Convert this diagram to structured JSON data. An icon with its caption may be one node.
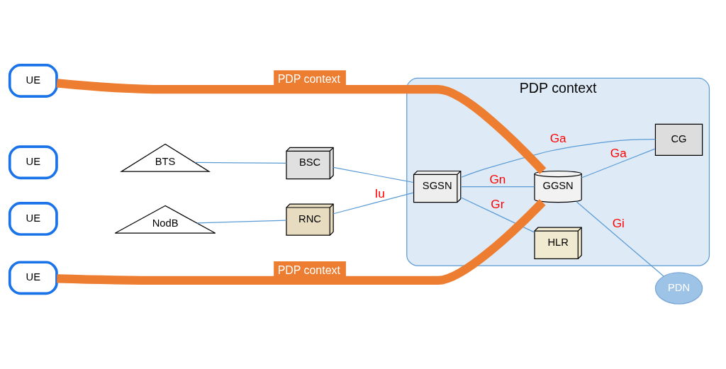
{
  "diagram": {
    "nodes": [
      {
        "text": [
          "PDP context"
        ]
      },
      {
        "text": [
          "UE"
        ]
      },
      {
        "text": [
          "BTS"
        ]
      },
      {
        "text": [
          "BSC"
        ]
      },
      {
        "text": [
          "UE"
        ]
      },
      {
        "text": [
          "NodB"
        ]
      },
      {
        "text": [
          "RNC"
        ]
      },
      {
        "text": [
          "UE"
        ]
      },
      {
        "text": [
          "UE"
        ]
      },
      {
        "text": [
          "SGSN"
        ],
        "in": 0
      },
      {
        "text": [
          "GGSN"
        ],
        "in": 0
      },
      {
        "text": [
          "PDN"
        ]
      },
      {
        "text": [
          "HLR"
        ],
        "in": 0
      },
      {
        "text": [
          "CG"
        ],
        "in": 0
      }
    ],
    "edges": [
      {
        "from": 2,
        "to": 3,
        "arrow": "none"
      },
      {
        "from": 3,
        "to": 9,
        "arrow": "none"
      },
      {
        "from": 5,
        "to": 6,
        "arrow": "none"
      },
      {
        "from": 6,
        "to": 9,
        "label": "Iu",
        "arrow": "none"
      },
      {
        "from": 9,
        "to": 10,
        "label": "Gn",
        "arrow": "none"
      },
      {
        "from": 10,
        "to": 11,
        "label": "Gi",
        "arrow": "none"
      },
      {
        "from": 9,
        "to": 12,
        "label": "Gr",
        "arrow": "none"
      },
      {
        "from": 9,
        "to": 13,
        "label": "Ga",
        "arrow": "none"
      },
      {
        "from": 10,
        "to": 13,
        "label": "Ga",
        "arrow": "none"
      },
      {
        "from": 1,
        "to": 10,
        "label": "PDP context",
        "arrow": "none",
        "style": "thick",
        "color": "#ed7d31"
      },
      {
        "from": 7,
        "to": 10,
        "label": "PDP context",
        "arrow": "none",
        "style": "thick",
        "color": "#ed7d31"
      }
    ]
  }
}
